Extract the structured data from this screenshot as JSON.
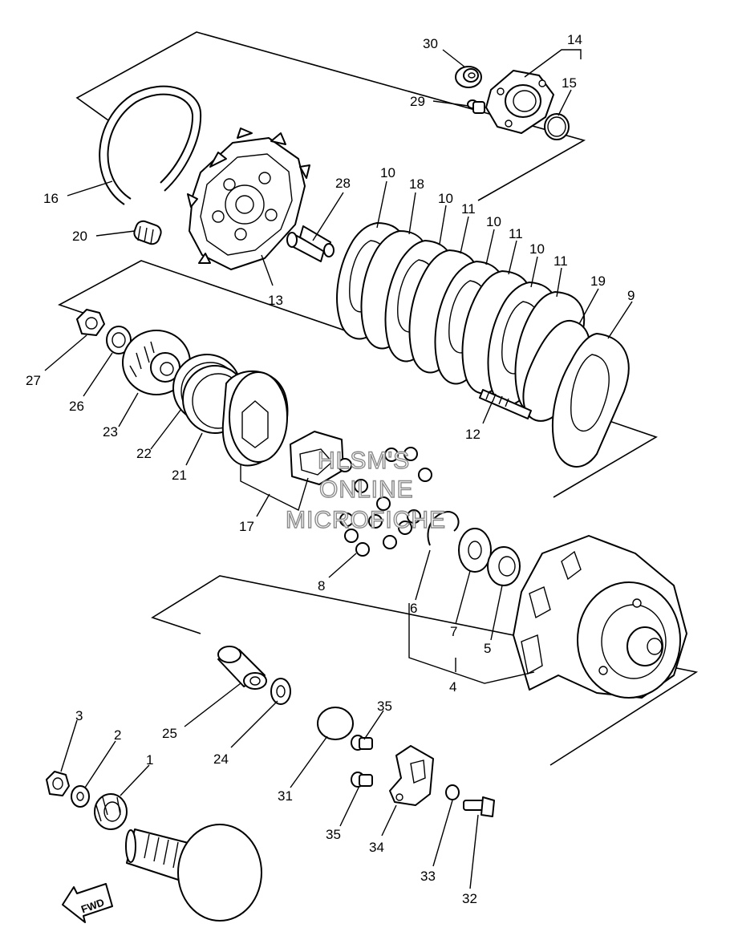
{
  "watermark": {
    "line1": "HLSM'S",
    "line2": "ONLINE",
    "line3": "MICROFICHE"
  },
  "direction_arrow": {
    "label": "FWD"
  },
  "callouts": {
    "c1": "1",
    "c2": "2",
    "c3": "3",
    "c4": "4",
    "c5": "5",
    "c6": "6",
    "c7": "7",
    "c8": "8",
    "c9": "9",
    "c10a": "10",
    "c10b": "10",
    "c10c": "10",
    "c10d": "10",
    "c11a": "11",
    "c11b": "11",
    "c11c": "11",
    "c12": "12",
    "c13": "13",
    "c14": "14",
    "c15": "15",
    "c16": "16",
    "c17": "17",
    "c18": "18",
    "c19": "19",
    "c20": "20",
    "c21": "21",
    "c22": "22",
    "c23": "23",
    "c24": "24",
    "c25": "25",
    "c26": "26",
    "c27": "27",
    "c28": "28",
    "c29": "29",
    "c30": "30",
    "c31": "31",
    "c32": "32",
    "c33": "33",
    "c34": "34",
    "c35a": "35",
    "c35b": "35"
  }
}
